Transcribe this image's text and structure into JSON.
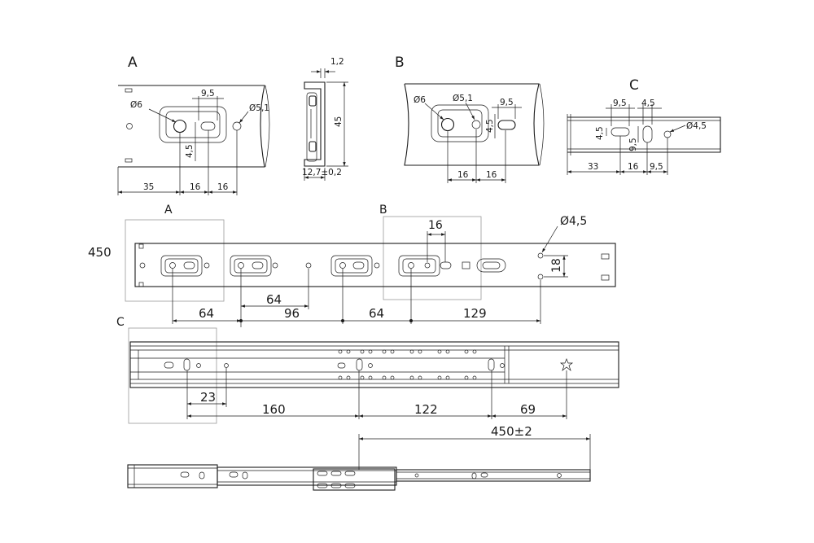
{
  "views": {
    "a": "A",
    "b": "B",
    "c": "C"
  },
  "callouts": {
    "a": "A",
    "b": "B",
    "c": "C"
  },
  "length_label": "450",
  "detail_a": {
    "hole_large": "Ø6",
    "hole_small": "Ø5,1",
    "slot_width": "9,5",
    "slot_height": "4,5",
    "offset": "35",
    "pitch_1": "16",
    "pitch_2": "16"
  },
  "section": {
    "thickness": "1,2",
    "height": "45",
    "width": "12,7±0,2"
  },
  "detail_b": {
    "hole_large": "Ø6",
    "hole_small": "Ø5,1",
    "slot_width": "9,5",
    "slot_height": "4,5",
    "pitch_1": "16",
    "pitch_2": "16"
  },
  "detail_c": {
    "slot_width_1": "9,5",
    "slot_width_2": "4,5",
    "slot_height": "4,5",
    "slot_height_2": "9,5",
    "hole": "Ø4,5",
    "offset": "33",
    "pitch_1": "16",
    "pitch_2": "9,5"
  },
  "main_rail": {
    "spacing_b": "16",
    "hole": "Ø4,5",
    "vertical": "18",
    "dim_64_upper": "64",
    "dim_64_left": "64",
    "dim_96": "96",
    "dim_64_right": "64",
    "dim_129": "129"
  },
  "inner_rail": {
    "dim_23": "23",
    "dim_160": "160",
    "dim_122": "122",
    "dim_69": "69"
  },
  "extended": {
    "travel": "450±2"
  }
}
